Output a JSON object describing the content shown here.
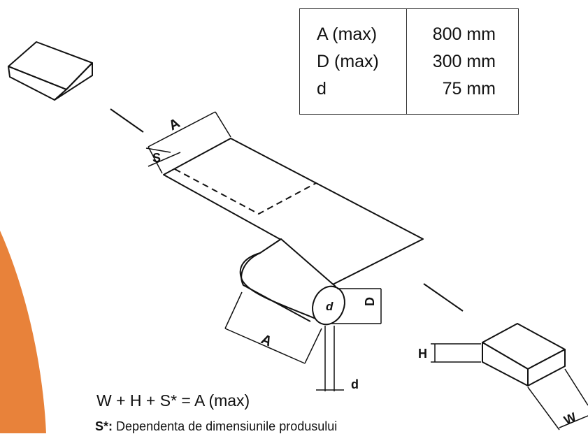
{
  "spec_table": {
    "rows": [
      {
        "label": "A (max)",
        "value": "800 mm"
      },
      {
        "label": "D (max)",
        "value": "300 mm"
      },
      {
        "label": "d",
        "value": "75 mm"
      }
    ]
  },
  "dimension_labels": {
    "film_width": "A",
    "seal": "S",
    "roll_width": "A",
    "roll_diameter": "D",
    "core_diameter": "d",
    "core_circle": "d",
    "height": "H",
    "width": "W"
  },
  "formula": "W + H + S* = A (max)",
  "footnote": {
    "key": "S*:",
    "text": "Dependenta de dimensiunile produsului"
  },
  "colors": {
    "accent": "#E8823A",
    "line": "#111111"
  }
}
